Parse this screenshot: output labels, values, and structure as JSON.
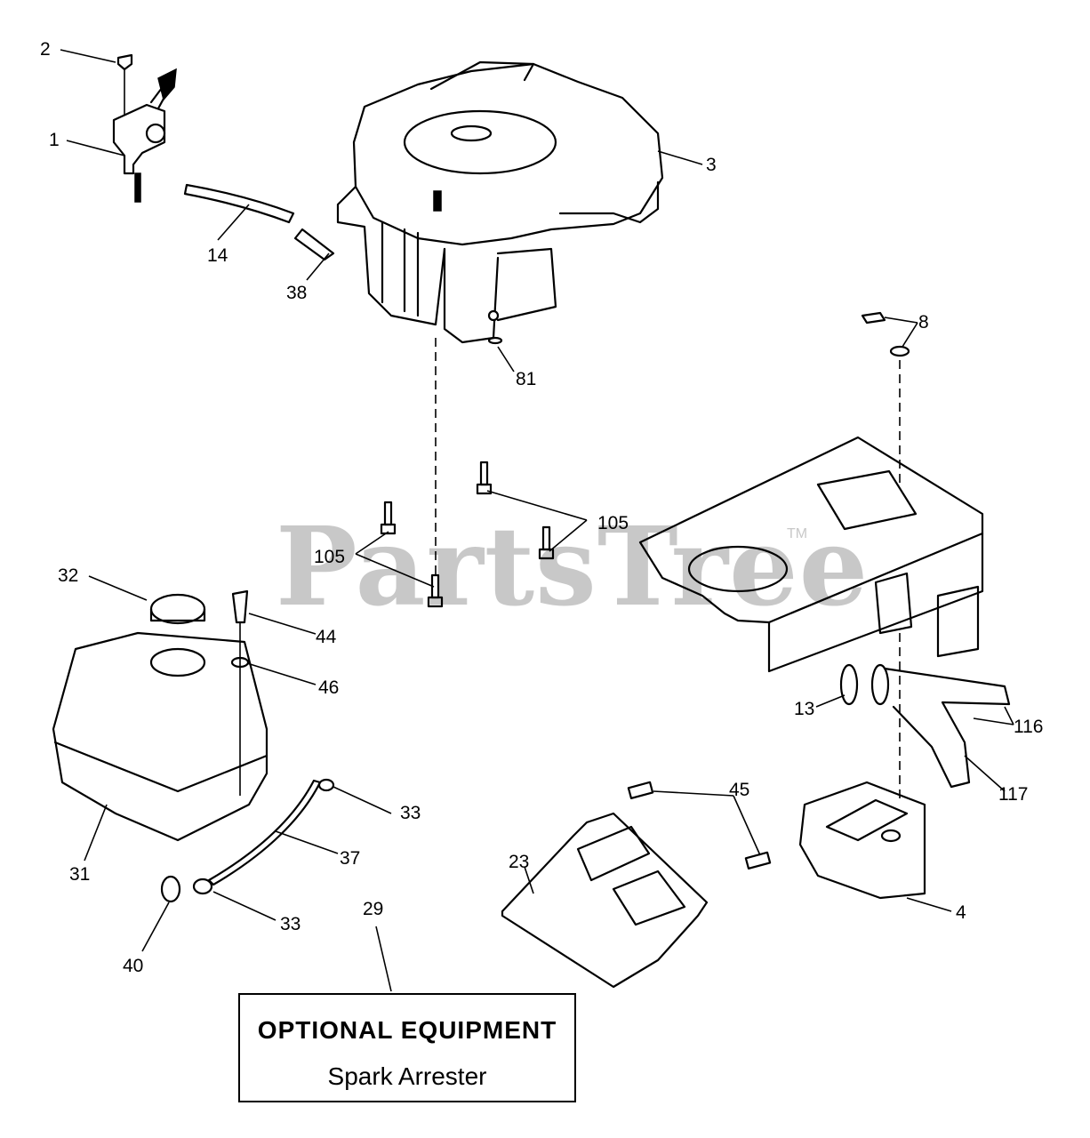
{
  "watermark": {
    "text": "PartsTree",
    "tm": "TM"
  },
  "callouts": {
    "c1": "1",
    "c2": "2",
    "c3": "3",
    "c4": "4",
    "c8": "8",
    "c13": "13",
    "c14": "14",
    "c23": "23",
    "c29": "29",
    "c31": "31",
    "c32": "32",
    "c33a": "33",
    "c33b": "33",
    "c37": "37",
    "c38": "38",
    "c40": "40",
    "c44": "44",
    "c45": "45",
    "c46": "46",
    "c81": "81",
    "c105a": "105",
    "c105b": "105",
    "c116": "116",
    "c117": "117"
  },
  "note": {
    "title": "OPTIONAL EQUIPMENT",
    "subtitle": "Spark Arrester"
  }
}
